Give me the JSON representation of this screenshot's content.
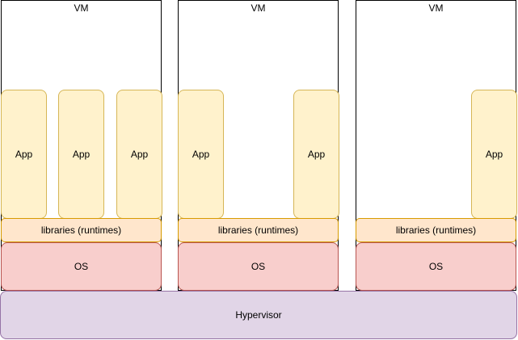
{
  "vms": [
    {
      "title": "VM",
      "apps": [
        "App",
        "App",
        "App"
      ],
      "libraries": "libraries (runtimes)",
      "os": "OS"
    },
    {
      "title": "VM",
      "apps": [
        "App",
        "App"
      ],
      "libraries": "libraries (runtimes)",
      "os": "OS"
    },
    {
      "title": "VM",
      "apps": [
        "App"
      ],
      "libraries": "libraries (runtimes)",
      "os": "OS"
    }
  ],
  "hypervisor": "Hypervisor",
  "colors": {
    "vm_border": "#000000",
    "app_fill": "#fff2cc",
    "app_border": "#d6b656",
    "libraries_fill": "#ffe6cc",
    "libraries_border": "#d79b00",
    "os_fill": "#f8cecc",
    "os_border": "#b85450",
    "hypervisor_fill": "#e1d5e7",
    "hypervisor_border": "#9673a6"
  }
}
